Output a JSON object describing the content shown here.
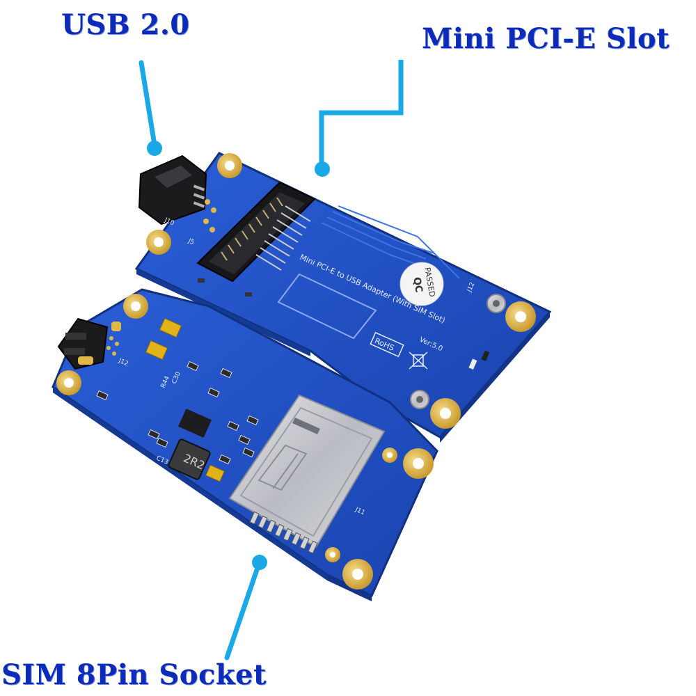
{
  "callouts": {
    "usb": "USB 2.0",
    "pcie": "Mini PCI-E Slot",
    "sim": "SIM 8Pin Socket"
  },
  "board_top": {
    "title": "Mini PCI-E to USB Adapter (With SIM Slot)",
    "version": "Ver:5.0",
    "qc_sticker_line1": "QC",
    "qc_sticker_line2": "PASSED",
    "rohs": "RoHS",
    "ref_j5": "J5",
    "ref_j10": "J10",
    "ref_j12": "J12"
  },
  "board_bottom": {
    "inductor": "2R2",
    "ref_j11": "J11",
    "ref_j12": "J12",
    "ref_c13": "C13",
    "ref_r44": "R44",
    "ref_c30": "C30"
  },
  "colors": {
    "pcb_blue": "#1f4fc4",
    "callout_text": "#0b2bb8",
    "leader_line": "#1aa9e6",
    "gold_pad": "#e0b84a",
    "silver": "#c9ccd1"
  }
}
